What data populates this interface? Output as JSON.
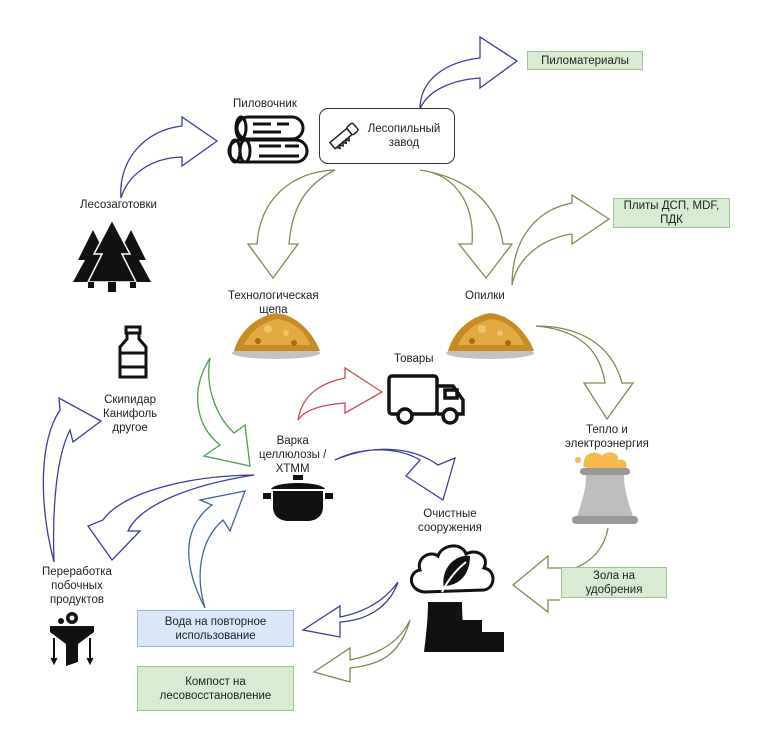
{
  "diagram": {
    "nodes": {
      "logging": "Лесозаготовки",
      "roundwood": "Пиловочник",
      "sawmill": "Лесопильный завод",
      "lumber": "Пиломатериалы",
      "boards": "Плиты ДСП, MDF, ПДК",
      "chips": "Технологическая щепа",
      "sawdust": "Опилки",
      "goods": "Товары",
      "pulping": "Варка целлюлозы / ХТММ",
      "byproducts_products": "Скипидар Канифоль другое",
      "heat_power": "Тепло и электроэнергия",
      "treatment": "Очистные сооружения",
      "ash": "Зола на удобрения",
      "water": "Вода на повторное использование",
      "compost": "Компост на лесовосстановление",
      "byproduct_processing": "Переработка побочных продуктов"
    },
    "lines": {
      "sawmill_1": "Лесопильный",
      "sawmill_2": "завод",
      "boards_1": "Плиты ДСП, MDF,",
      "boards_2": "ПДК",
      "chips_1": "Технологическая",
      "chips_2": "щепа",
      "pulping_1": "Варка",
      "pulping_2": "целлюлозы /",
      "pulping_3": "ХТММ",
      "byp_1": "Скипидар",
      "byp_2": "Канифоль",
      "byp_3": "другое",
      "heat_1": "Тепло и",
      "heat_2": "электроэнергия",
      "treat_1": "Очистные",
      "treat_2": "сооружения",
      "ash_1": "Зола на",
      "ash_2": "удобрения",
      "water_1": "Вода на повторное",
      "water_2": "использование",
      "compost_1": "Компост на",
      "compost_2": "лесовосстановление",
      "proc_1": "Переработка",
      "proc_2": "побочных",
      "proc_3": "продуктов"
    },
    "arrow_colors": {
      "navy": "#3b3f97",
      "olive": "#8a8550",
      "green": "#4e9e4e",
      "red": "#cc4b55",
      "steel": "#3f6796"
    },
    "icons": [
      "forest-icon",
      "logs-icon",
      "saw-icon",
      "wood-pile-icon",
      "truck-icon",
      "pot-icon",
      "bottle-icon",
      "cooling-tower-icon",
      "eco-factory-icon",
      "funnel-gear-icon"
    ]
  }
}
